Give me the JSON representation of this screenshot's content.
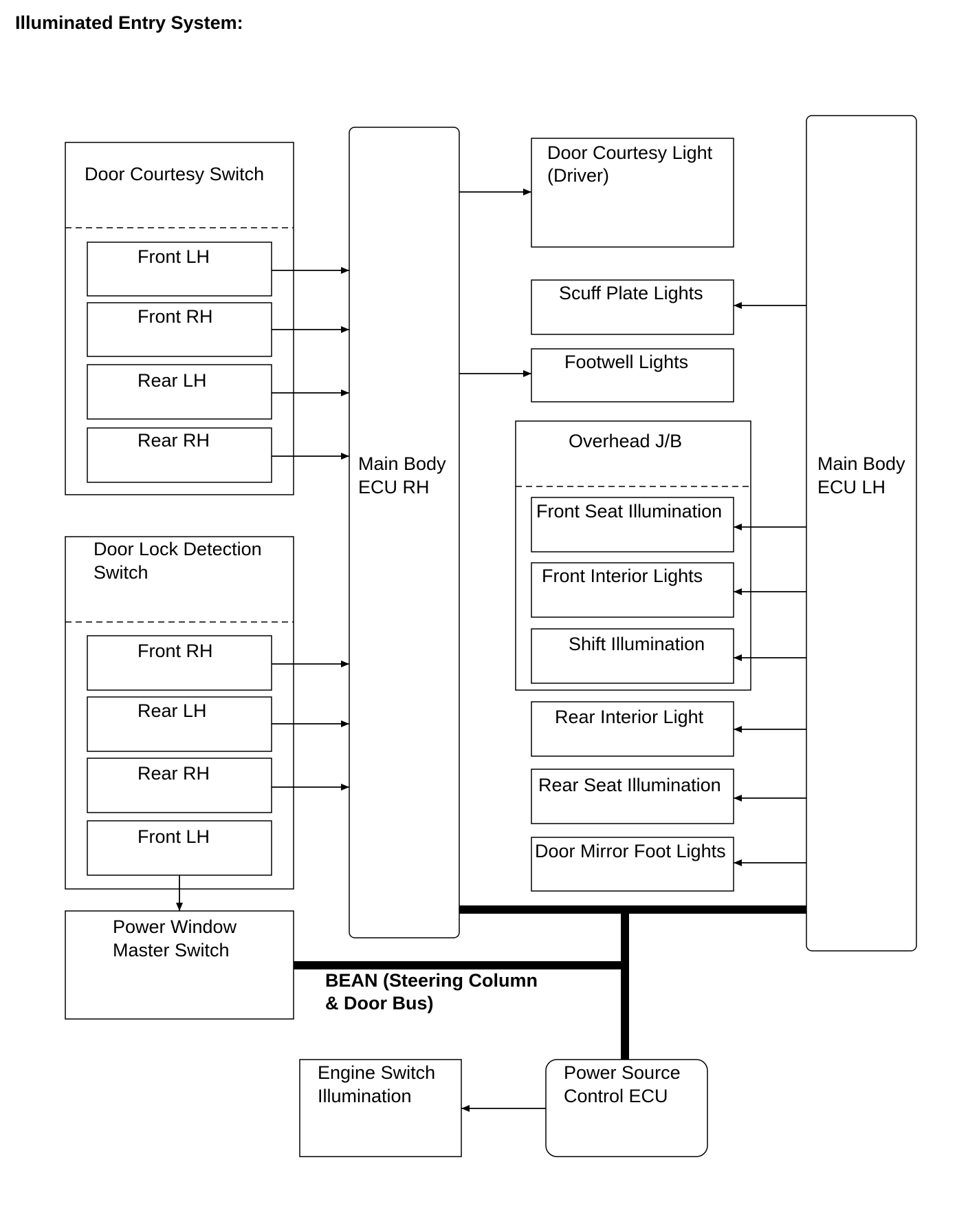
{
  "title": "Illuminated Entry System:",
  "door_courtesy_switch": {
    "title": "Door Courtesy Switch",
    "items": [
      "Front LH",
      "Front RH",
      "Rear LH",
      "Rear RH"
    ]
  },
  "door_lock_detection_switch": {
    "title_line1": "Door Lock Detection",
    "title_line2": "Switch",
    "items": [
      "Front RH",
      "Rear LH",
      "Rear RH",
      "Front LH"
    ]
  },
  "main_body_ecu_rh": {
    "line1": "Main Body",
    "line2": "ECU RH"
  },
  "main_body_ecu_lh": {
    "line1": "Main Body",
    "line2": "ECU LH"
  },
  "door_courtesy_light": {
    "line1": "Door Courtesy Light",
    "line2": "(Driver)"
  },
  "scuff_plate_lights": "Scuff Plate Lights",
  "footwell_lights": "Footwell Lights",
  "overhead_jb": {
    "title": "Overhead J/B",
    "items": [
      "Front Seat Illumination",
      "Front Interior Lights",
      "Shift Illumination"
    ]
  },
  "rear_interior_light": "Rear Interior Light",
  "rear_seat_illumination": "Rear Seat Illumination",
  "door_mirror_foot_lights": "Door Mirror Foot Lights",
  "power_window_master_switch": {
    "line1": "Power Window",
    "line2": "Master Switch"
  },
  "bean_bus": {
    "line1": "BEAN (Steering Column",
    "line2": "& Door Bus)"
  },
  "engine_switch_illumination": {
    "line1": "Engine Switch",
    "line2": "Illumination"
  },
  "power_source_control_ecu": {
    "line1": "Power Source",
    "line2": "Control ECU"
  }
}
